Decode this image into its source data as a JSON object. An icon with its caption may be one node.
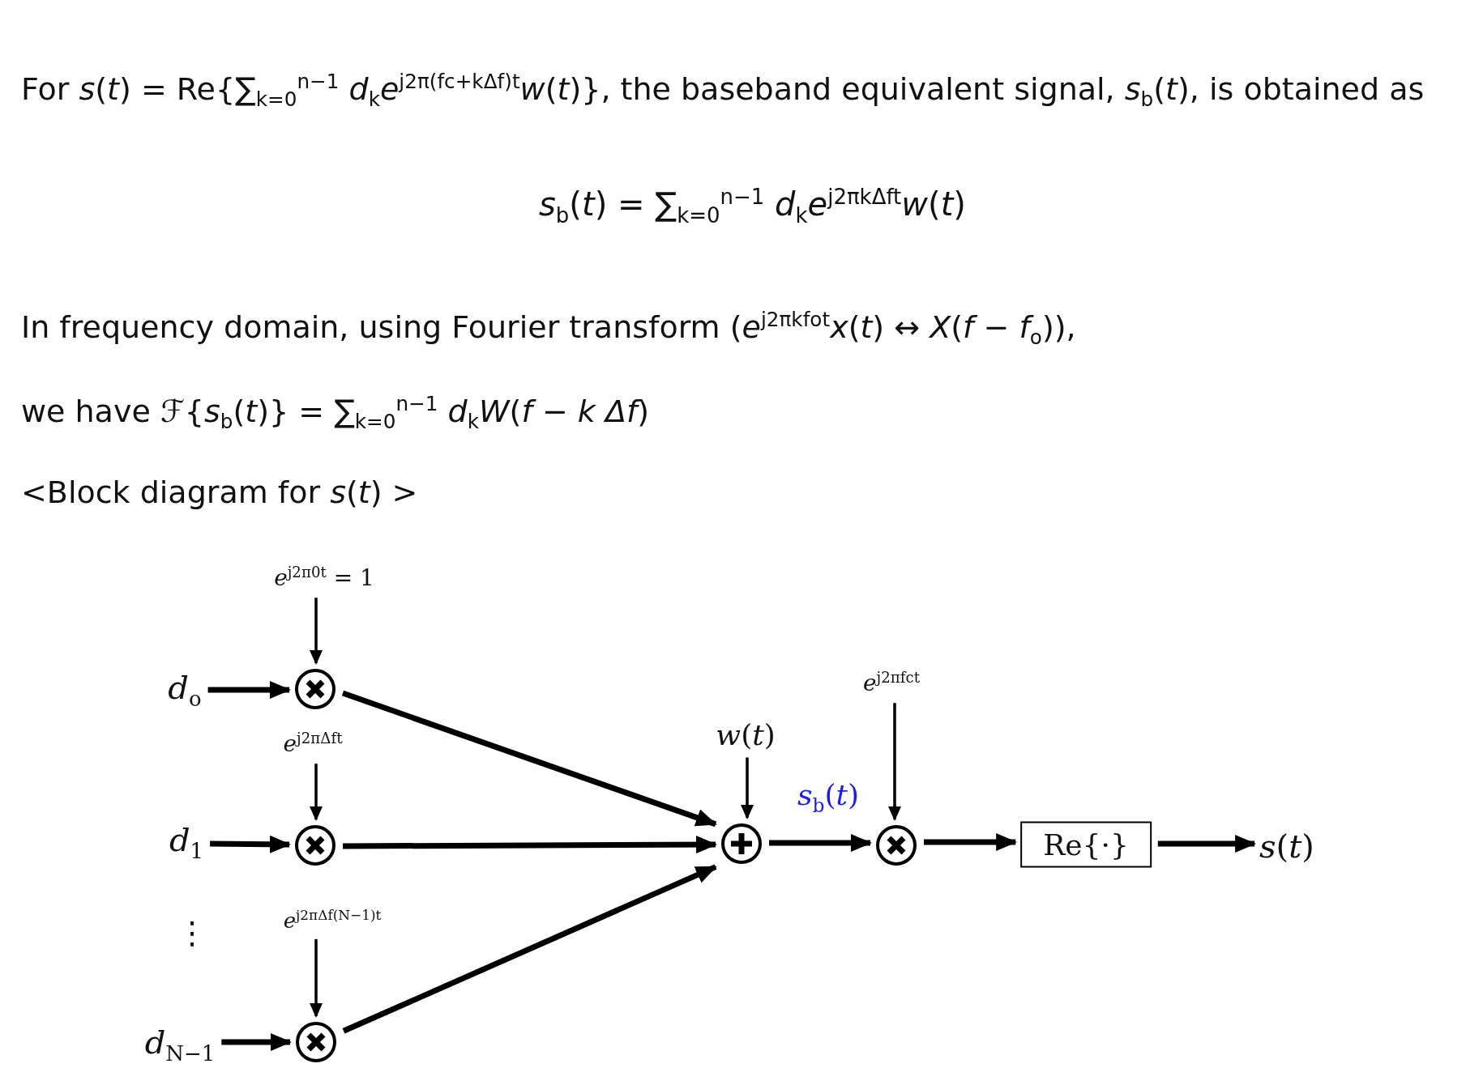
{
  "diagram": {
    "nodes": [
      {
        "text": [
          "*e*$^{j2π0t}$ = 1"
        ]
      },
      {
        "text": [
          "*d*$_{o}$"
        ]
      },
      {
        "text": [],
        "shape": "circle"
      },
      {
        "text": [
          "*e*$^{j2πfct}$"
        ]
      },
      {
        "text": [
          "*e*$^{j2πΔft}$"
        ]
      },
      {
        "text": [
          "*w*(*t*)"
        ]
      },
      {
        "text": [
          "*d*$_{1}$"
        ]
      },
      {
        "text": [],
        "shape": "circle"
      },
      {
        "text": [],
        "shape": "circle"
      },
      {
        "text": [],
        "shape": "circle"
      },
      {
        "text": [
          "Re{·}"
        ]
      },
      {
        "text": [
          "*s*(*t*)"
        ]
      },
      {
        "text": [
          "*e*$^{j2πΔf(N−1)t}$"
        ]
      },
      {
        "text": [
          "*d*$_{N−1}$"
        ]
      },
      {
        "text": [],
        "shape": "circle"
      }
    ],
    "edges": [
      {
        "from": 0,
        "to": 2,
        "arrow": "to"
      },
      {
        "from": 1,
        "to": 2,
        "arrow": "to"
      },
      {
        "from": 4,
        "to": 7,
        "arrow": "to"
      },
      {
        "from": 6,
        "to": 7,
        "arrow": "to"
      },
      {
        "from": 12,
        "to": 14,
        "arrow": "to"
      },
      {
        "from": 13,
        "to": 14,
        "arrow": "to"
      },
      {
        "from": 2,
        "to": 8,
        "arrow": "to"
      },
      {
        "from": 7,
        "to": 8,
        "arrow": "to"
      },
      {
        "from": 14,
        "to": 8,
        "arrow": "to"
      },
      {
        "from": 5,
        "to": 8,
        "arrow": "to"
      },
      {
        "from": 8,
        "to": 9,
        "arrow": "to",
        "label": "*s*$_{b}$(*t*)"
      },
      {
        "from": 3,
        "to": 9,
        "arrow": "to"
      },
      {
        "from": 9,
        "to": 10,
        "arrow": "to"
      },
      {
        "from": 10,
        "to": 11,
        "arrow": "to"
      }
    ],
    "labels": [
      "For *s*(*t*) = Re{∑$_{k=0}$$^{n−1}$ *d*$_{k}$*e*$^{j2π(fc+kΔf)t}$*w*(*t*)}, the baseband equivalent signal, *s*$_{b}$(*t*), is obtained as",
      "*s*$_{b}$(*t*) = ∑$_{k=0}$$^{n−1}$ *d*$_{k}$*e*$^{j2πkΔft}$*w*(*t*)",
      "In frequency domain, using Fourier transform (*e*$^{j2πkfot}$*x*(*t*) ↔ *X*(*f* − *f*$_{o}$)),",
      "we have ℱ{*s*$_{b}$(*t*)} = ∑$_{k=0}$$^{n−1}$ *d*$_{k}$*W*(*f* − *k* *Δf*)",
      "<Block diagram for *s*(*t*) >",
      "⋮"
    ]
  }
}
